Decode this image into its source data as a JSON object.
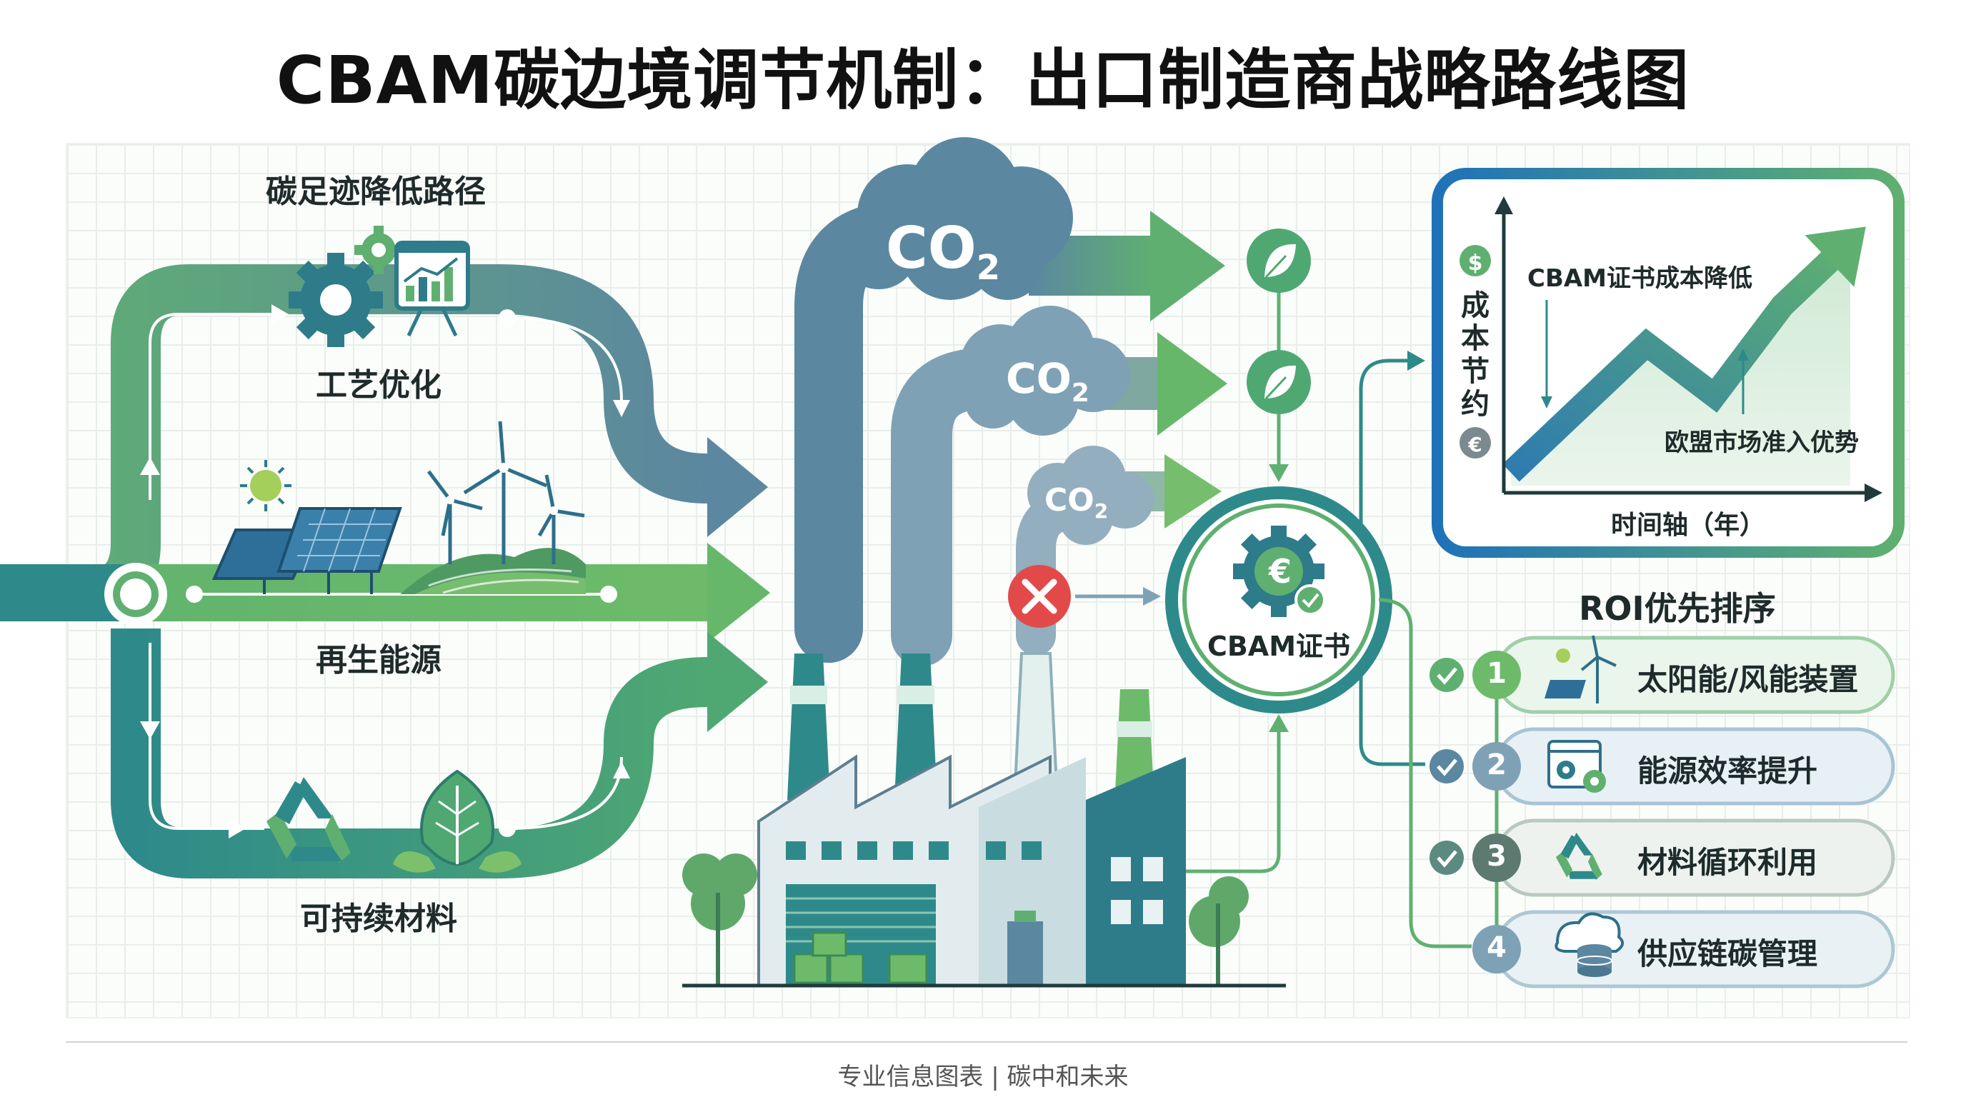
{
  "title": "CBAM碳边境调节机制：出口制造商战略路线图",
  "left": {
    "heading": "碳足迹降低路径",
    "paths": [
      "工艺优化",
      "再生能源",
      "可持续材料"
    ]
  },
  "emissions": {
    "co2_label": "CO",
    "co2_sub": "2"
  },
  "hub": {
    "label": "CBAM证书",
    "euro_symbol": "€"
  },
  "chart": {
    "ylabel": "成本节约",
    "xlabel": "时间轴（年）",
    "annotation_top": "CBAM证书成本降低",
    "annotation_bottom": "欧盟市场准入优势",
    "dollar_symbol": "$",
    "euro_symbol": "€",
    "chart_data": {
      "type": "line",
      "title": "",
      "xlabel": "时间轴（年）",
      "ylabel": "成本节约",
      "series": [
        {
          "values": [
            0.05,
            0.3,
            0.55,
            0.35,
            0.7,
            0.95
          ]
        }
      ]
    }
  },
  "roi": {
    "heading": "ROI优先排序",
    "items": [
      {
        "num": "1",
        "label": "太阳能/风能装置",
        "check": "✓"
      },
      {
        "num": "2",
        "label": "能源效率提升",
        "check": "✓"
      },
      {
        "num": "3",
        "label": "材料循环利用",
        "check": "✓"
      },
      {
        "num": "4",
        "label": "供应链碳管理",
        "check": ""
      }
    ]
  },
  "colors": {
    "green": "#5cad6a",
    "teal": "#2e8a8a",
    "slate": "#5c87a0",
    "red": "#e24a4a"
  },
  "footer": "专业信息图表 | 碳中和未来"
}
